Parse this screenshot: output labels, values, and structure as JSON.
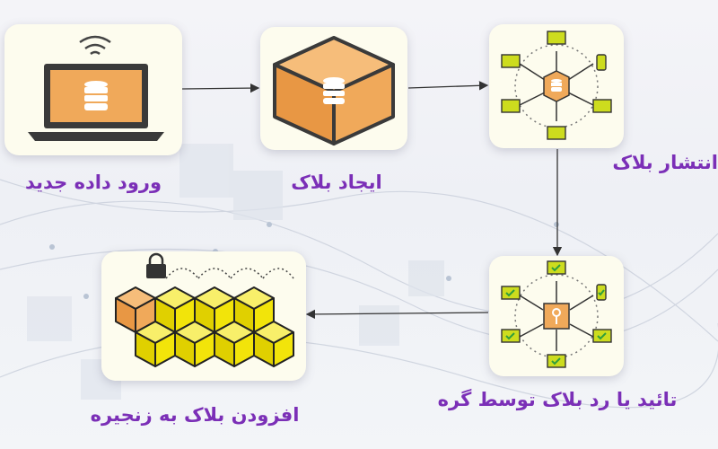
{
  "steps": [
    {
      "id": "input",
      "label": "ورود داده جدید",
      "icon": "laptop-database-icon"
    },
    {
      "id": "create",
      "label": "ایجاد بلاک",
      "icon": "block-cube-icon"
    },
    {
      "id": "broadcast",
      "label": "انتشار بلاک",
      "icon": "network-broadcast-icon"
    },
    {
      "id": "verify",
      "label": "تائید یا رد بلاک توسط گره",
      "icon": "network-verify-icon"
    },
    {
      "id": "append",
      "label": "افزودن بلاک به زنجیره",
      "icon": "blockchain-lock-icon"
    }
  ],
  "colors": {
    "label": "#7b2fb7",
    "cube": "#f0a95a",
    "chain_cube": "#f2e40a",
    "screen": "#cddc1e",
    "check": "#2f9e3c",
    "arrow": "#333333"
  }
}
